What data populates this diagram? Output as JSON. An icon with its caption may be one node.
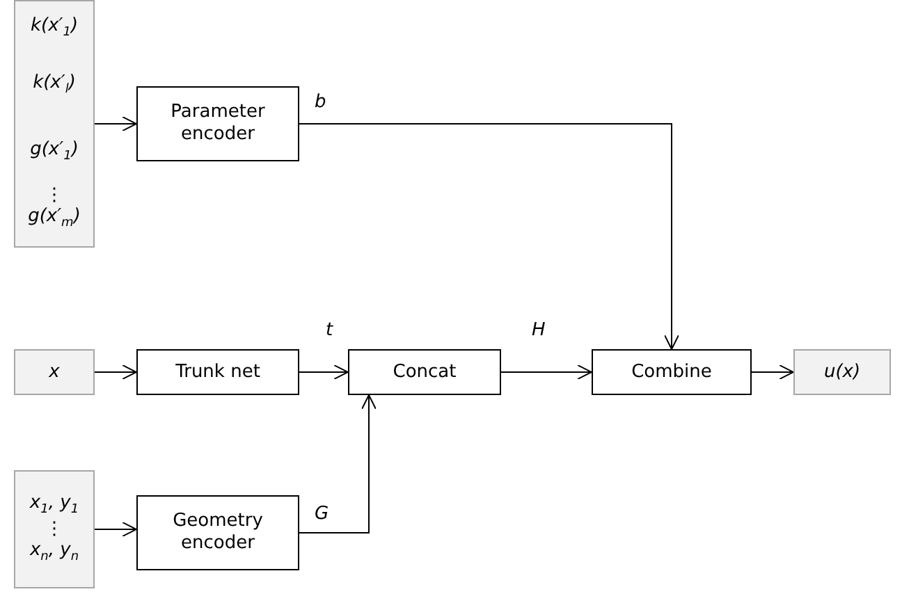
{
  "diagram": {
    "nodes": [
      {
        "text": [
          "k(x′$_{1}$)",
          "k(x′$_{l}$)",
          "g(x′$_{1}$)",
          "⋮",
          "g(x′$_{m}$)"
        ]
      },
      {
        "text": [
          "Parameter encoder"
        ]
      },
      {
        "text": [
          "x"
        ]
      },
      {
        "text": [
          "Trunk net"
        ]
      },
      {
        "text": [
          "Concat"
        ]
      },
      {
        "text": [
          "Combine"
        ]
      },
      {
        "text": [
          "u(x)"
        ]
      },
      {
        "text": [
          "x$_{1}$, y$_{1}$",
          "⋮",
          "x$_{n}$, y$_{n}$"
        ]
      },
      {
        "text": [
          "Geometry encoder"
        ]
      }
    ],
    "edges": [
      {
        "from": 0,
        "to": 1,
        "arrow": "to"
      },
      {
        "from": 1,
        "to": 5,
        "arrow": "to",
        "label": "b"
      },
      {
        "from": 2,
        "to": 3,
        "arrow": "to"
      },
      {
        "from": 3,
        "to": 4,
        "arrow": "to",
        "label": "t"
      },
      {
        "from": 4,
        "to": 5,
        "arrow": "to",
        "label": "H"
      },
      {
        "from": 5,
        "to": 6,
        "arrow": "to"
      },
      {
        "from": 7,
        "to": 8,
        "arrow": "to"
      },
      {
        "from": 8,
        "to": 4,
        "arrow": "to",
        "label": "G"
      }
    ]
  }
}
